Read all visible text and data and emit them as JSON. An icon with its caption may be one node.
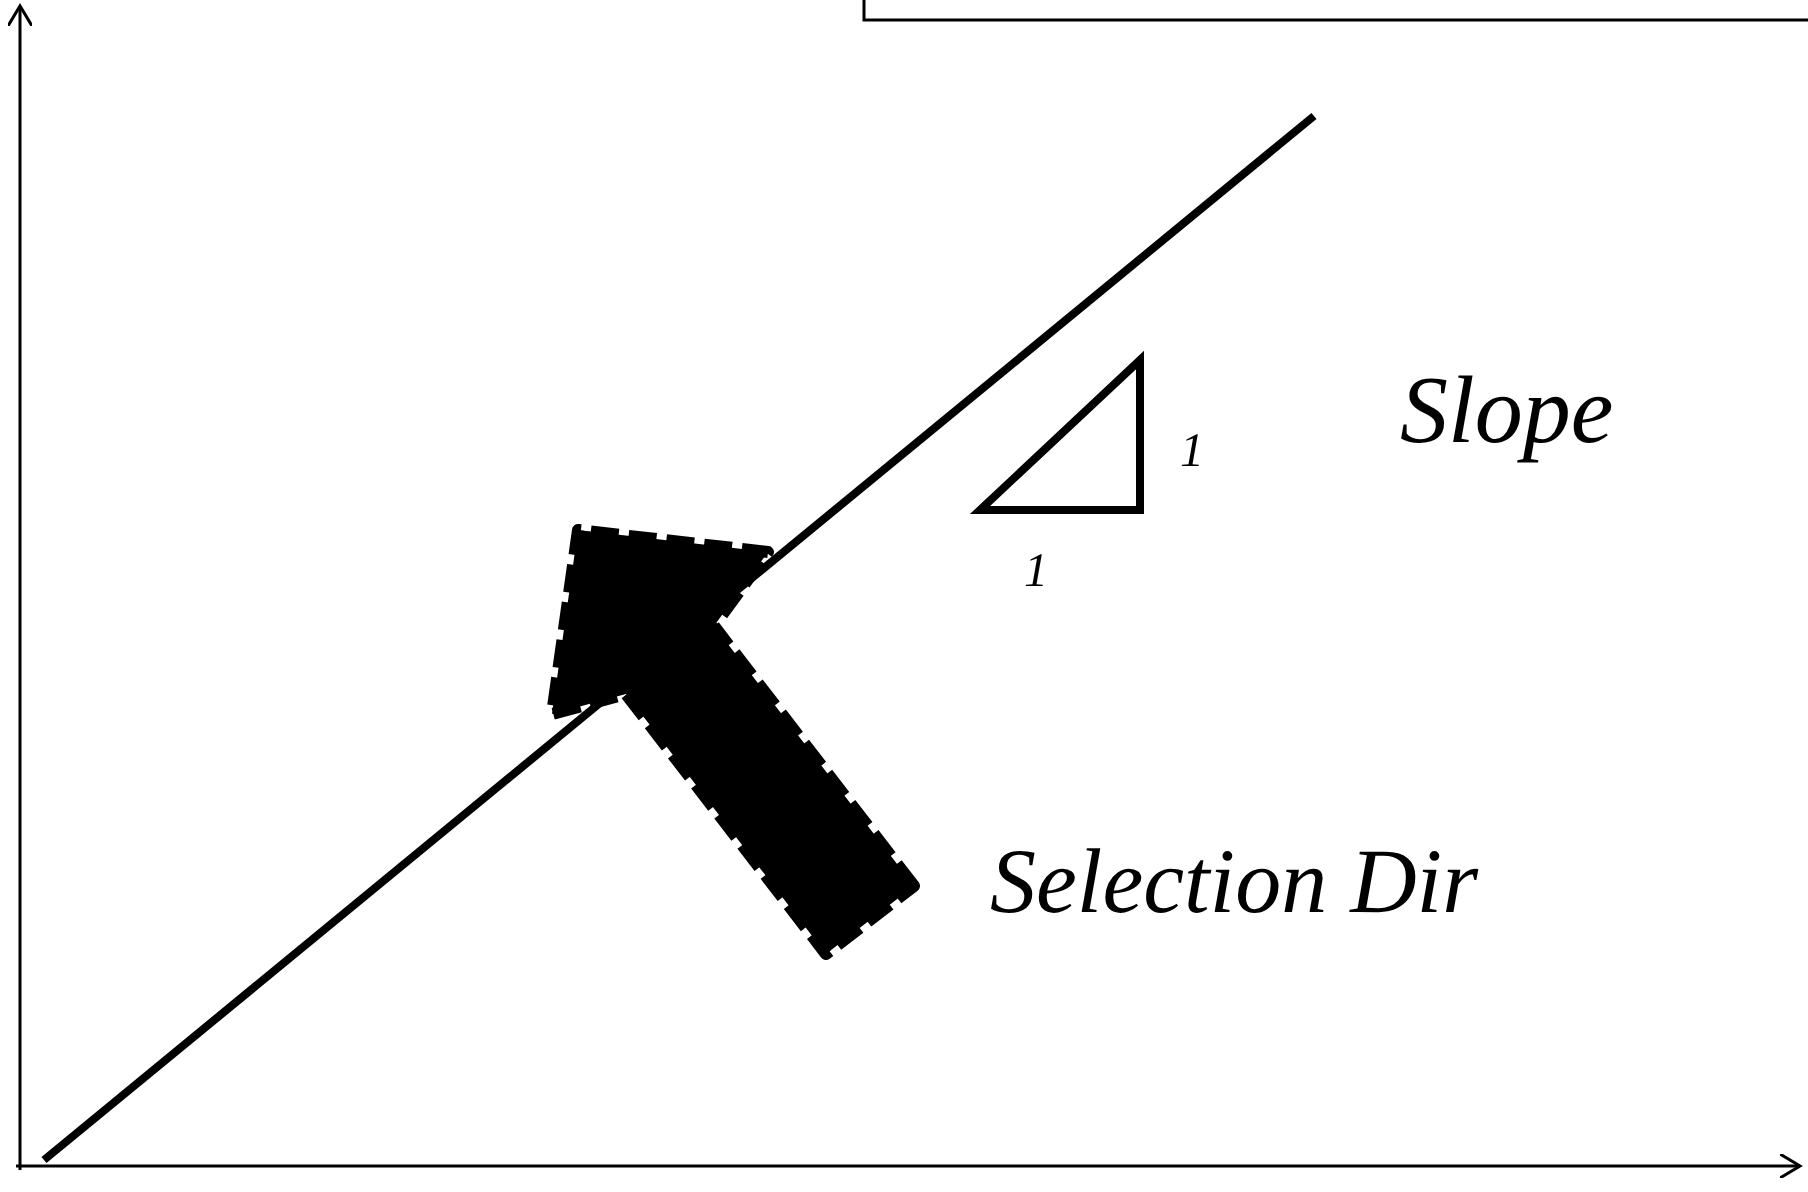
{
  "diagram": {
    "labels": [
      "1",
      "1",
      "Slope",
      "Selection Dir"
    ]
  }
}
